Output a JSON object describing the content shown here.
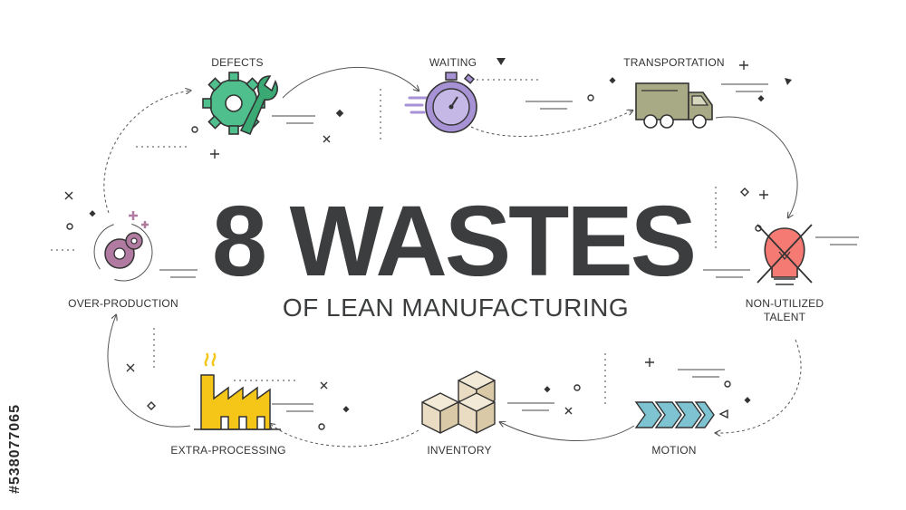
{
  "title": {
    "main": "8 WASTES",
    "subtitle": "OF LEAN MANUFACTURING"
  },
  "wastes": [
    {
      "label": "DEFECTS",
      "icon": "gear-wrench-icon",
      "color": "#4fc08d"
    },
    {
      "label": "WAITING",
      "icon": "stopwatch-icon",
      "color": "#a792d6"
    },
    {
      "label": "TRANSPORTATION",
      "icon": "truck-icon",
      "color": "#a8aa86"
    },
    {
      "label": "NON-UTILIZED TALENT",
      "label_line1": "NON-UTILIZED",
      "label_line2": "TALENT",
      "icon": "crossed-lightbulb-icon",
      "color": "#f47a73"
    },
    {
      "label": "MOTION",
      "icon": "chevron-arrows-icon",
      "color": "#7ec3d2"
    },
    {
      "label": "INVENTORY",
      "icon": "boxes-icon",
      "color": "#e9dcc2"
    },
    {
      "label": "EXTRA-PROCESSING",
      "icon": "factory-icon",
      "color": "#f5c518"
    },
    {
      "label": "OVER-PRODUCTION",
      "icon": "gears-icon",
      "color": "#b07aa1"
    }
  ],
  "watermark": {
    "stock_id": "#538077065"
  },
  "colors": {
    "title": "#3b3d3e",
    "outline": "#333333",
    "connector": "#555555"
  }
}
